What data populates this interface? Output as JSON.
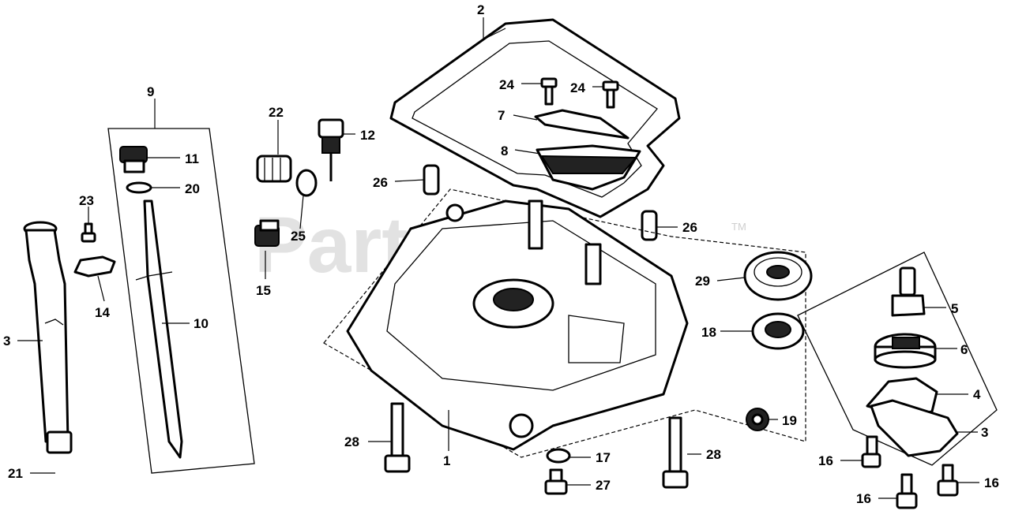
{
  "watermark": {
    "text": "PartsTree",
    "mark": "TM"
  },
  "callouts": [
    {
      "id": "c1",
      "text": "1"
    },
    {
      "id": "c2",
      "text": "2"
    },
    {
      "id": "c3a",
      "text": "3"
    },
    {
      "id": "c3b",
      "text": "3"
    },
    {
      "id": "c4",
      "text": "4"
    },
    {
      "id": "c5",
      "text": "5"
    },
    {
      "id": "c6",
      "text": "6"
    },
    {
      "id": "c7",
      "text": "7"
    },
    {
      "id": "c8",
      "text": "8"
    },
    {
      "id": "c9",
      "text": "9"
    },
    {
      "id": "c10",
      "text": "10"
    },
    {
      "id": "c11",
      "text": "11"
    },
    {
      "id": "c12",
      "text": "12"
    },
    {
      "id": "c14",
      "text": "14"
    },
    {
      "id": "c15",
      "text": "15"
    },
    {
      "id": "c16a",
      "text": "16"
    },
    {
      "id": "c16b",
      "text": "16"
    },
    {
      "id": "c16c",
      "text": "16"
    },
    {
      "id": "c17",
      "text": "17"
    },
    {
      "id": "c18",
      "text": "18"
    },
    {
      "id": "c19",
      "text": "19"
    },
    {
      "id": "c20",
      "text": "20"
    },
    {
      "id": "c21",
      "text": "21"
    },
    {
      "id": "c22",
      "text": "22"
    },
    {
      "id": "c23",
      "text": "23"
    },
    {
      "id": "c24a",
      "text": "24"
    },
    {
      "id": "c24b",
      "text": "24"
    },
    {
      "id": "c25",
      "text": "25"
    },
    {
      "id": "c26a",
      "text": "26"
    },
    {
      "id": "c26b",
      "text": "26"
    },
    {
      "id": "c27",
      "text": "27"
    },
    {
      "id": "c28a",
      "text": "28"
    },
    {
      "id": "c28b",
      "text": "28"
    },
    {
      "id": "c29",
      "text": "29"
    }
  ]
}
